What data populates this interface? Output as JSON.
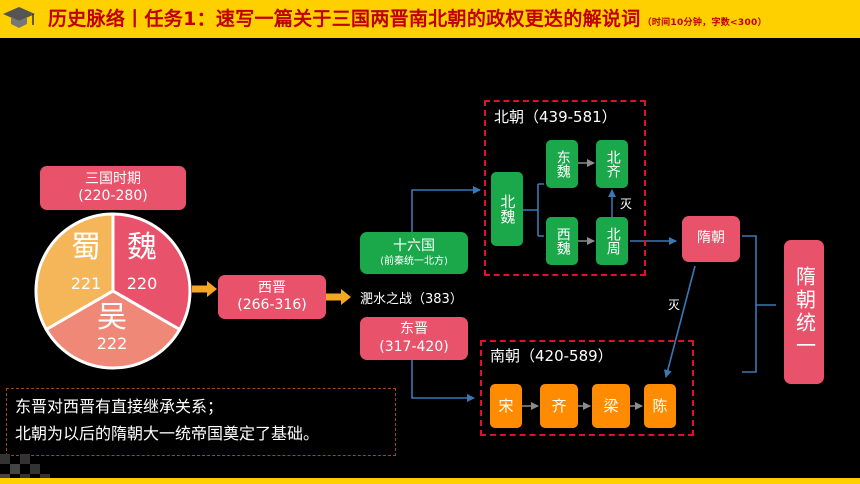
{
  "title": {
    "main": "历史脉络丨任务1：速写一篇关于三国两晋南北朝的政权更迭的解说词",
    "note": "（时间10分钟，字数<300）"
  },
  "three_kingdoms": {
    "label": "三国时期",
    "years": "(220-280)",
    "shu": {
      "name": "蜀",
      "year": "221"
    },
    "wei": {
      "name": "魏",
      "year": "220"
    },
    "wu": {
      "name": "吴",
      "year": "222"
    }
  },
  "western_jin": {
    "name": "西晋",
    "years": "(266-316)"
  },
  "sixteen_kingdoms": {
    "name": "十六国",
    "sub": "(前秦统一北方)"
  },
  "feishui_battle": "淝水之战（383）",
  "eastern_jin": {
    "name": "东晋",
    "years": "(317-420)"
  },
  "northern_dynasties": {
    "title": "北朝（439-581）",
    "northern_wei": "北魏",
    "eastern_wei": "东魏",
    "western_wei": "西魏",
    "northern_qi": "北齐",
    "northern_zhou": "北周",
    "destroy_label": "灭"
  },
  "southern_dynasties": {
    "title": "南朝（420-589）",
    "items": [
      "宋",
      "齐",
      "梁",
      "陈"
    ]
  },
  "sui": {
    "name": "隋朝",
    "destroy_label": "灭"
  },
  "sui_unification": "隋朝统一",
  "notes": [
    "东晋对西晋有直接继承关系；",
    "北朝为以后的隋朝大一统帝国奠定了基础。"
  ],
  "colors": {
    "title_bar": "#FFD000",
    "title_text": "#C00000",
    "pink": "#E8536B",
    "green": "#1AA84A",
    "orange": "#FF8C00",
    "arrow_blue": "#3A78B4",
    "dashed_red": "#E0102A",
    "shu_color": "#F5B65A",
    "wei_color": "#E8536B",
    "wu_color": "#F08878"
  }
}
